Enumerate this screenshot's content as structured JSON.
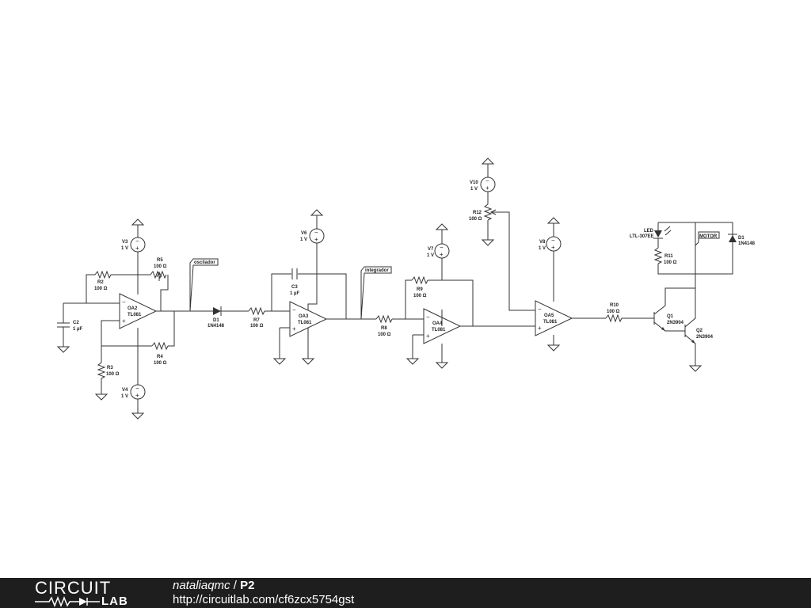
{
  "schematic": {
    "tags": {
      "oscillator": "oscilador",
      "integrator": "integrador",
      "motor": "MOTOR"
    },
    "components": {
      "V3": {
        "ref": "V3",
        "value": "1 V"
      },
      "V4": {
        "ref": "V4",
        "value": "1 V"
      },
      "V6": {
        "ref": "V6",
        "value": "1 V"
      },
      "V7": {
        "ref": "V7",
        "value": "1 V"
      },
      "V8": {
        "ref": "V8",
        "value": "1 V"
      },
      "V10": {
        "ref": "V10",
        "value": "1 V"
      },
      "R2": {
        "ref": "R2",
        "value": "100 Ω"
      },
      "R3": {
        "ref": "R3",
        "value": "100 Ω"
      },
      "R4": {
        "ref": "R4",
        "value": "100 Ω"
      },
      "R5": {
        "ref": "R5",
        "value": "100 Ω"
      },
      "R7": {
        "ref": "R7",
        "value": "100 Ω"
      },
      "R8": {
        "ref": "R8",
        "value": "100 Ω"
      },
      "R9": {
        "ref": "R9",
        "value": "100 Ω"
      },
      "R10": {
        "ref": "R10",
        "value": "100 Ω"
      },
      "R11": {
        "ref": "R11",
        "value": "100 Ω"
      },
      "R12": {
        "ref": "R12",
        "value": "100 Ω"
      },
      "C2": {
        "ref": "C2",
        "value": "1 µF"
      },
      "C3": {
        "ref": "C3",
        "value": "1 µF"
      },
      "D1a": {
        "ref": "D1",
        "value": "1N4148"
      },
      "D1b": {
        "ref": "D1",
        "value": "1N4148"
      },
      "OA2": {
        "ref": "OA2",
        "value": "TL081"
      },
      "OA3": {
        "ref": "OA3",
        "value": "TL081"
      },
      "OA4": {
        "ref": "OA4",
        "value": "TL081"
      },
      "OA5": {
        "ref": "OA5",
        "value": "TL081"
      },
      "Q1": {
        "ref": "Q1",
        "value": "2N3904"
      },
      "Q2": {
        "ref": "Q2",
        "value": "2N3904"
      },
      "LED": {
        "ref": "LED",
        "value": "LTL-307EE"
      }
    }
  },
  "footer": {
    "logo_top": "CIRCUIT",
    "logo_bottom": "LAB",
    "user": "nataliaqmc",
    "separator": " / ",
    "project": "P2",
    "url": "http://circuitlab.com/cf6zcx5754gst"
  }
}
